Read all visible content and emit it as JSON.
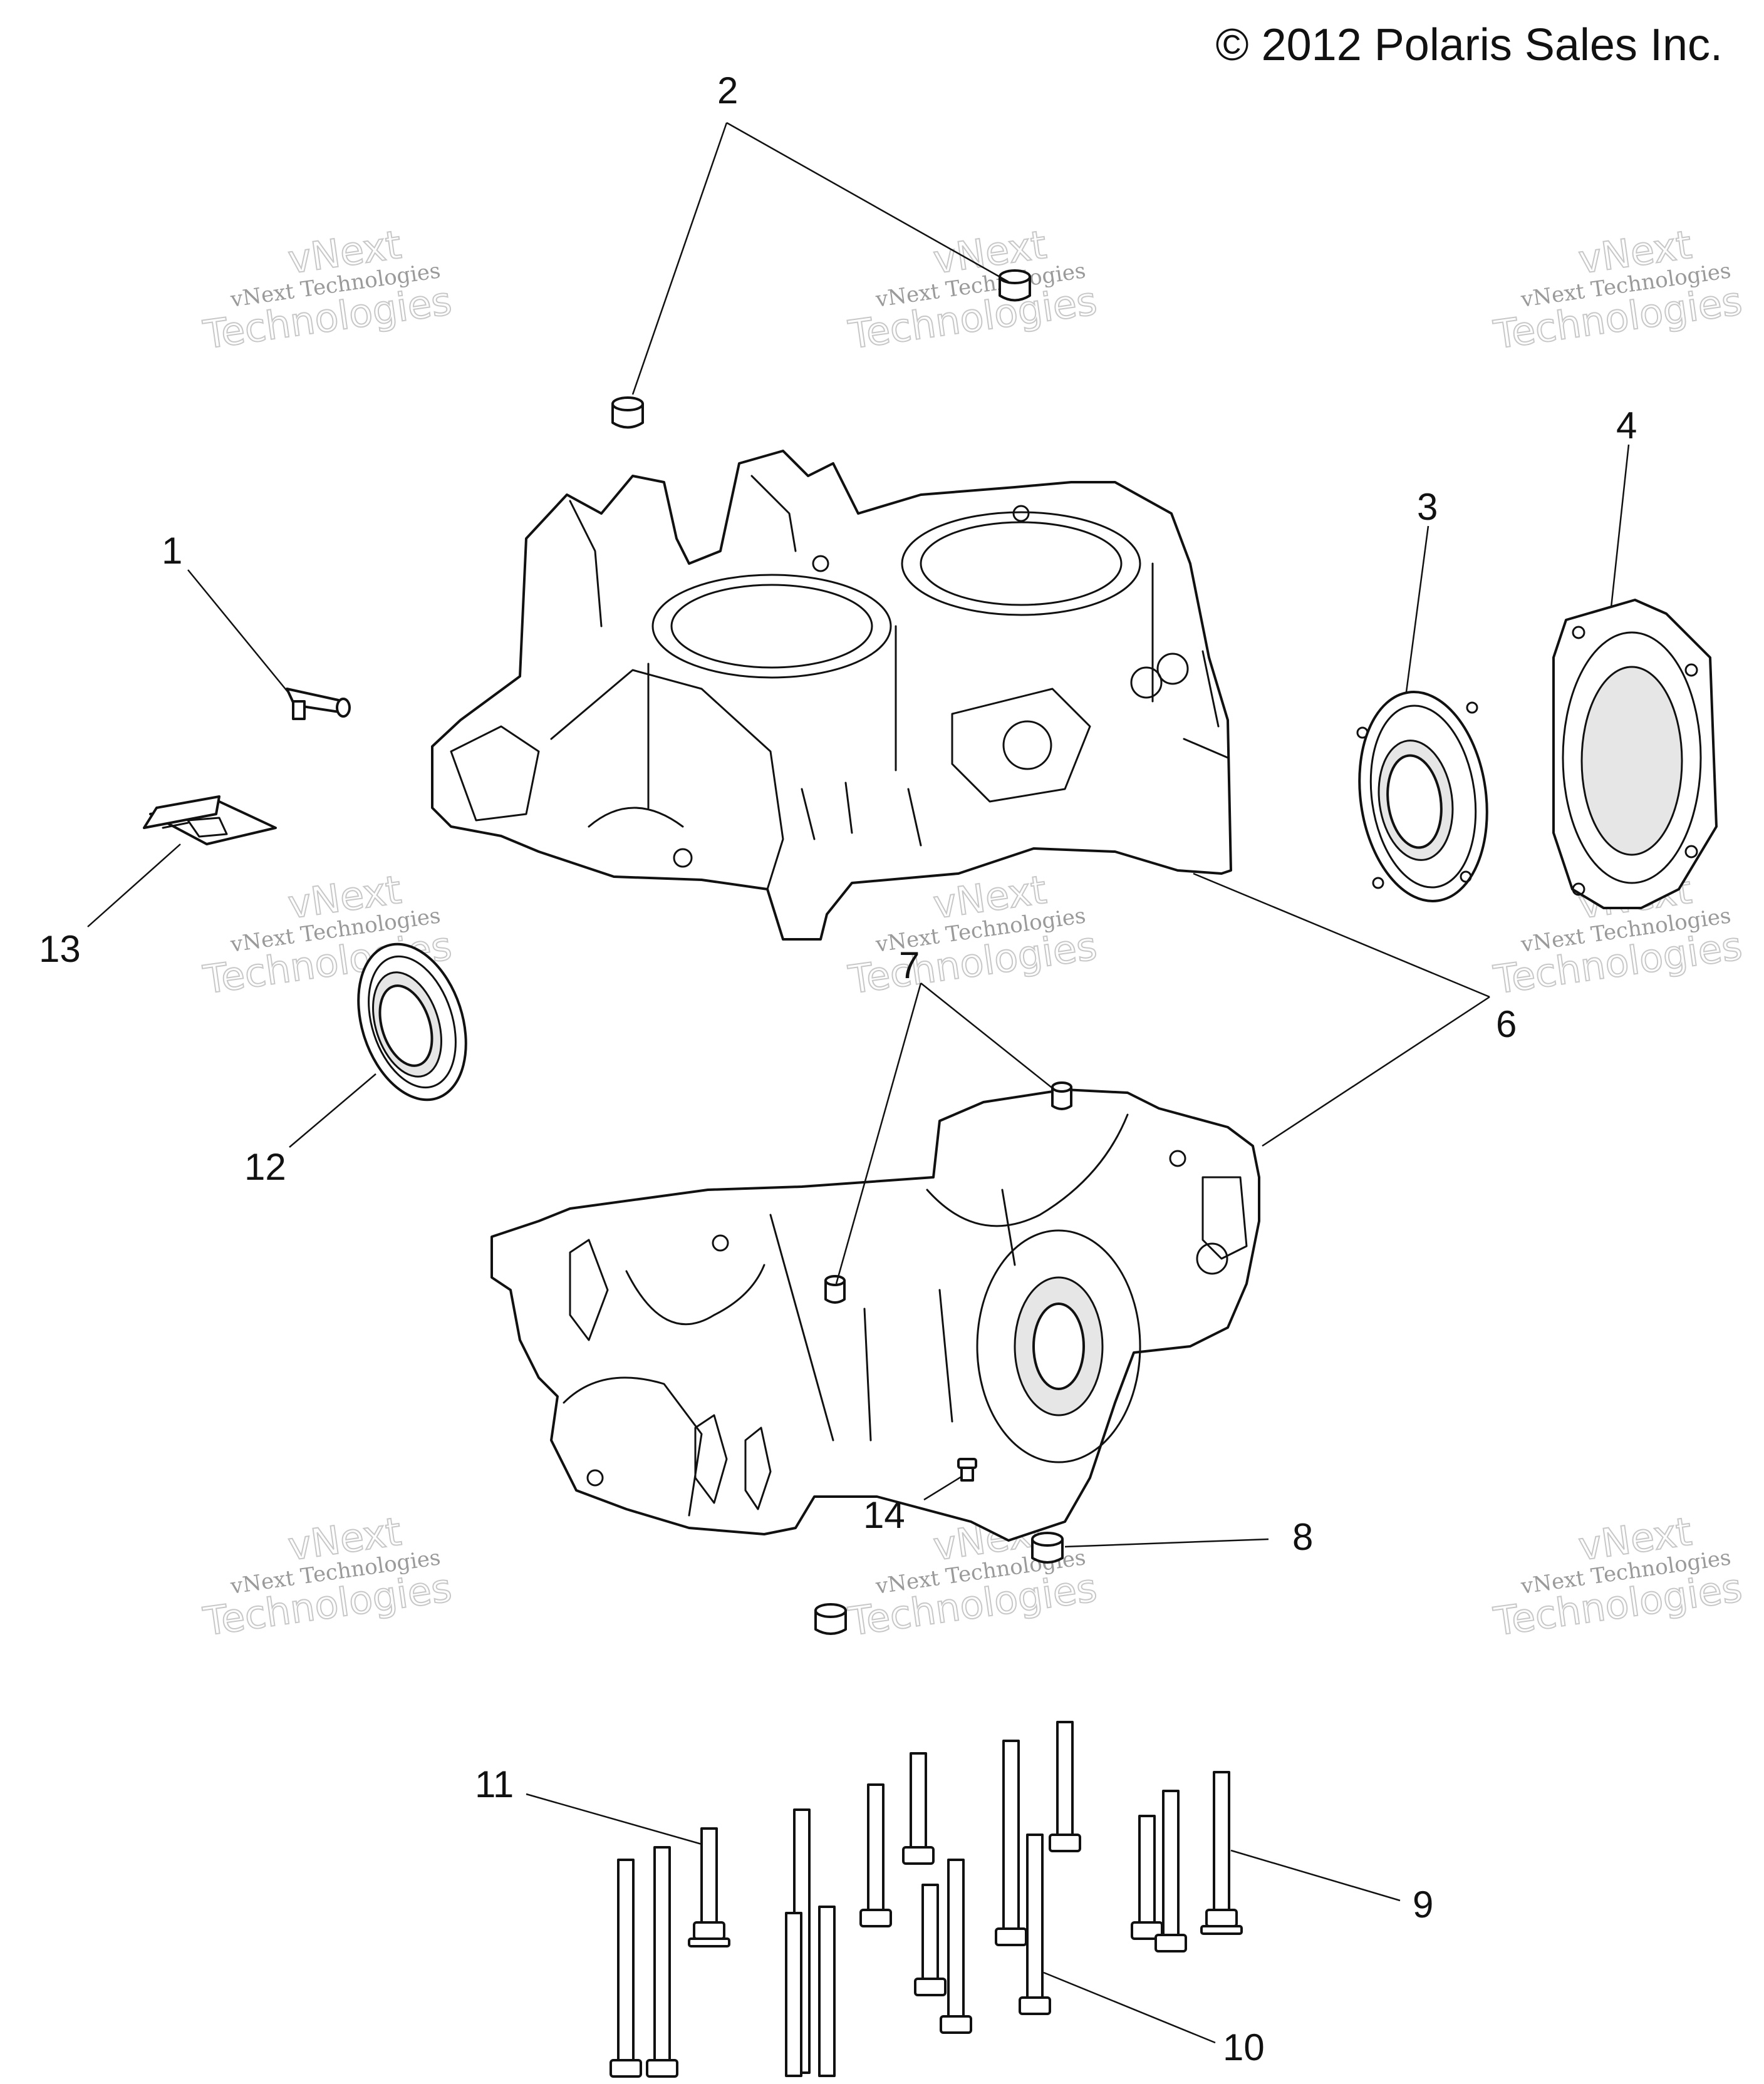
{
  "copyright": "© 2012 Polaris Sales Inc.",
  "watermark": {
    "line1": "vNext Technologies",
    "line2": "vNext",
    "line3": "Technologies"
  },
  "callouts": [
    {
      "id": "1",
      "label": "1"
    },
    {
      "id": "2",
      "label": "2"
    },
    {
      "id": "3",
      "label": "3"
    },
    {
      "id": "4",
      "label": "4"
    },
    {
      "id": "6",
      "label": "6"
    },
    {
      "id": "7",
      "label": "7"
    },
    {
      "id": "8",
      "label": "8"
    },
    {
      "id": "9",
      "label": "9"
    },
    {
      "id": "10",
      "label": "10"
    },
    {
      "id": "11",
      "label": "11"
    },
    {
      "id": "12",
      "label": "12"
    },
    {
      "id": "13",
      "label": "13"
    },
    {
      "id": "14",
      "label": "14"
    }
  ],
  "parts": {
    "1": "fitting",
    "2": "dowel",
    "3": "seal-plate",
    "4": "end-cover",
    "6": "crankcase-halves",
    "7": "dowel-pin",
    "8": "dowel",
    "9": "bolt",
    "10": "bolt",
    "11": "bolt",
    "12": "oil-seal",
    "13": "sensor-bracket",
    "14": "screw"
  }
}
